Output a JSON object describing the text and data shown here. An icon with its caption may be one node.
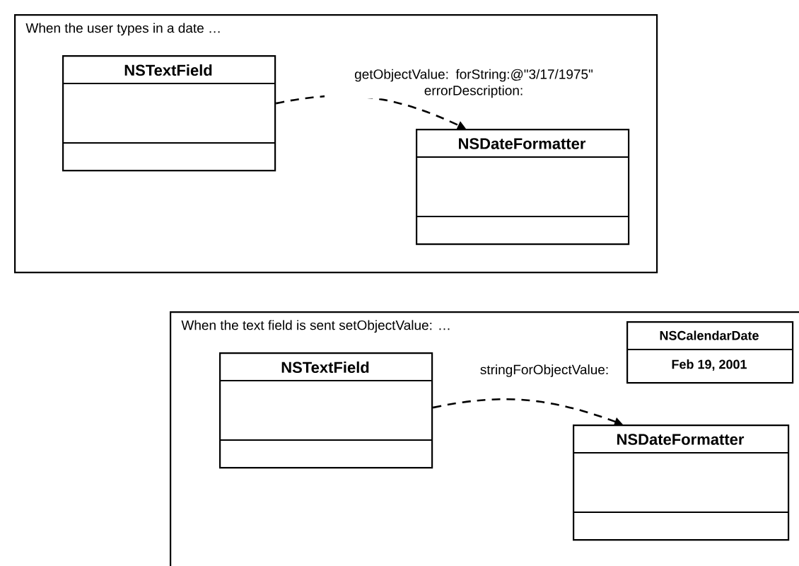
{
  "diagram": {
    "nodes": [
      {
        "text": [
          "When the user types in a date …"
        ]
      },
      {
        "text": [
          "NSTextField"
        ],
        "in": 0
      },
      {
        "text": [
          "NSDateFormatter"
        ],
        "in": 0
      },
      {
        "text": [
          "When the text field is sent setObjectValue: …"
        ]
      },
      {
        "text": [
          "NSTextField"
        ],
        "in": 3
      },
      {
        "text": [
          "NSCalendarDate",
          "Feb 19, 2001"
        ],
        "in": 3
      },
      {
        "text": [
          "NSDateFormatter"
        ],
        "in": 3
      }
    ],
    "edges": [
      {
        "from": 1,
        "to": 2,
        "arrow": "to",
        "style": "dashed",
        "label": "getObjectValue: forString:@\"3/17/1975\" errorDescription:"
      },
      {
        "from": 4,
        "to": 6,
        "arrow": "to",
        "style": "dashed",
        "label": "stringForObjectValue:"
      }
    ]
  }
}
